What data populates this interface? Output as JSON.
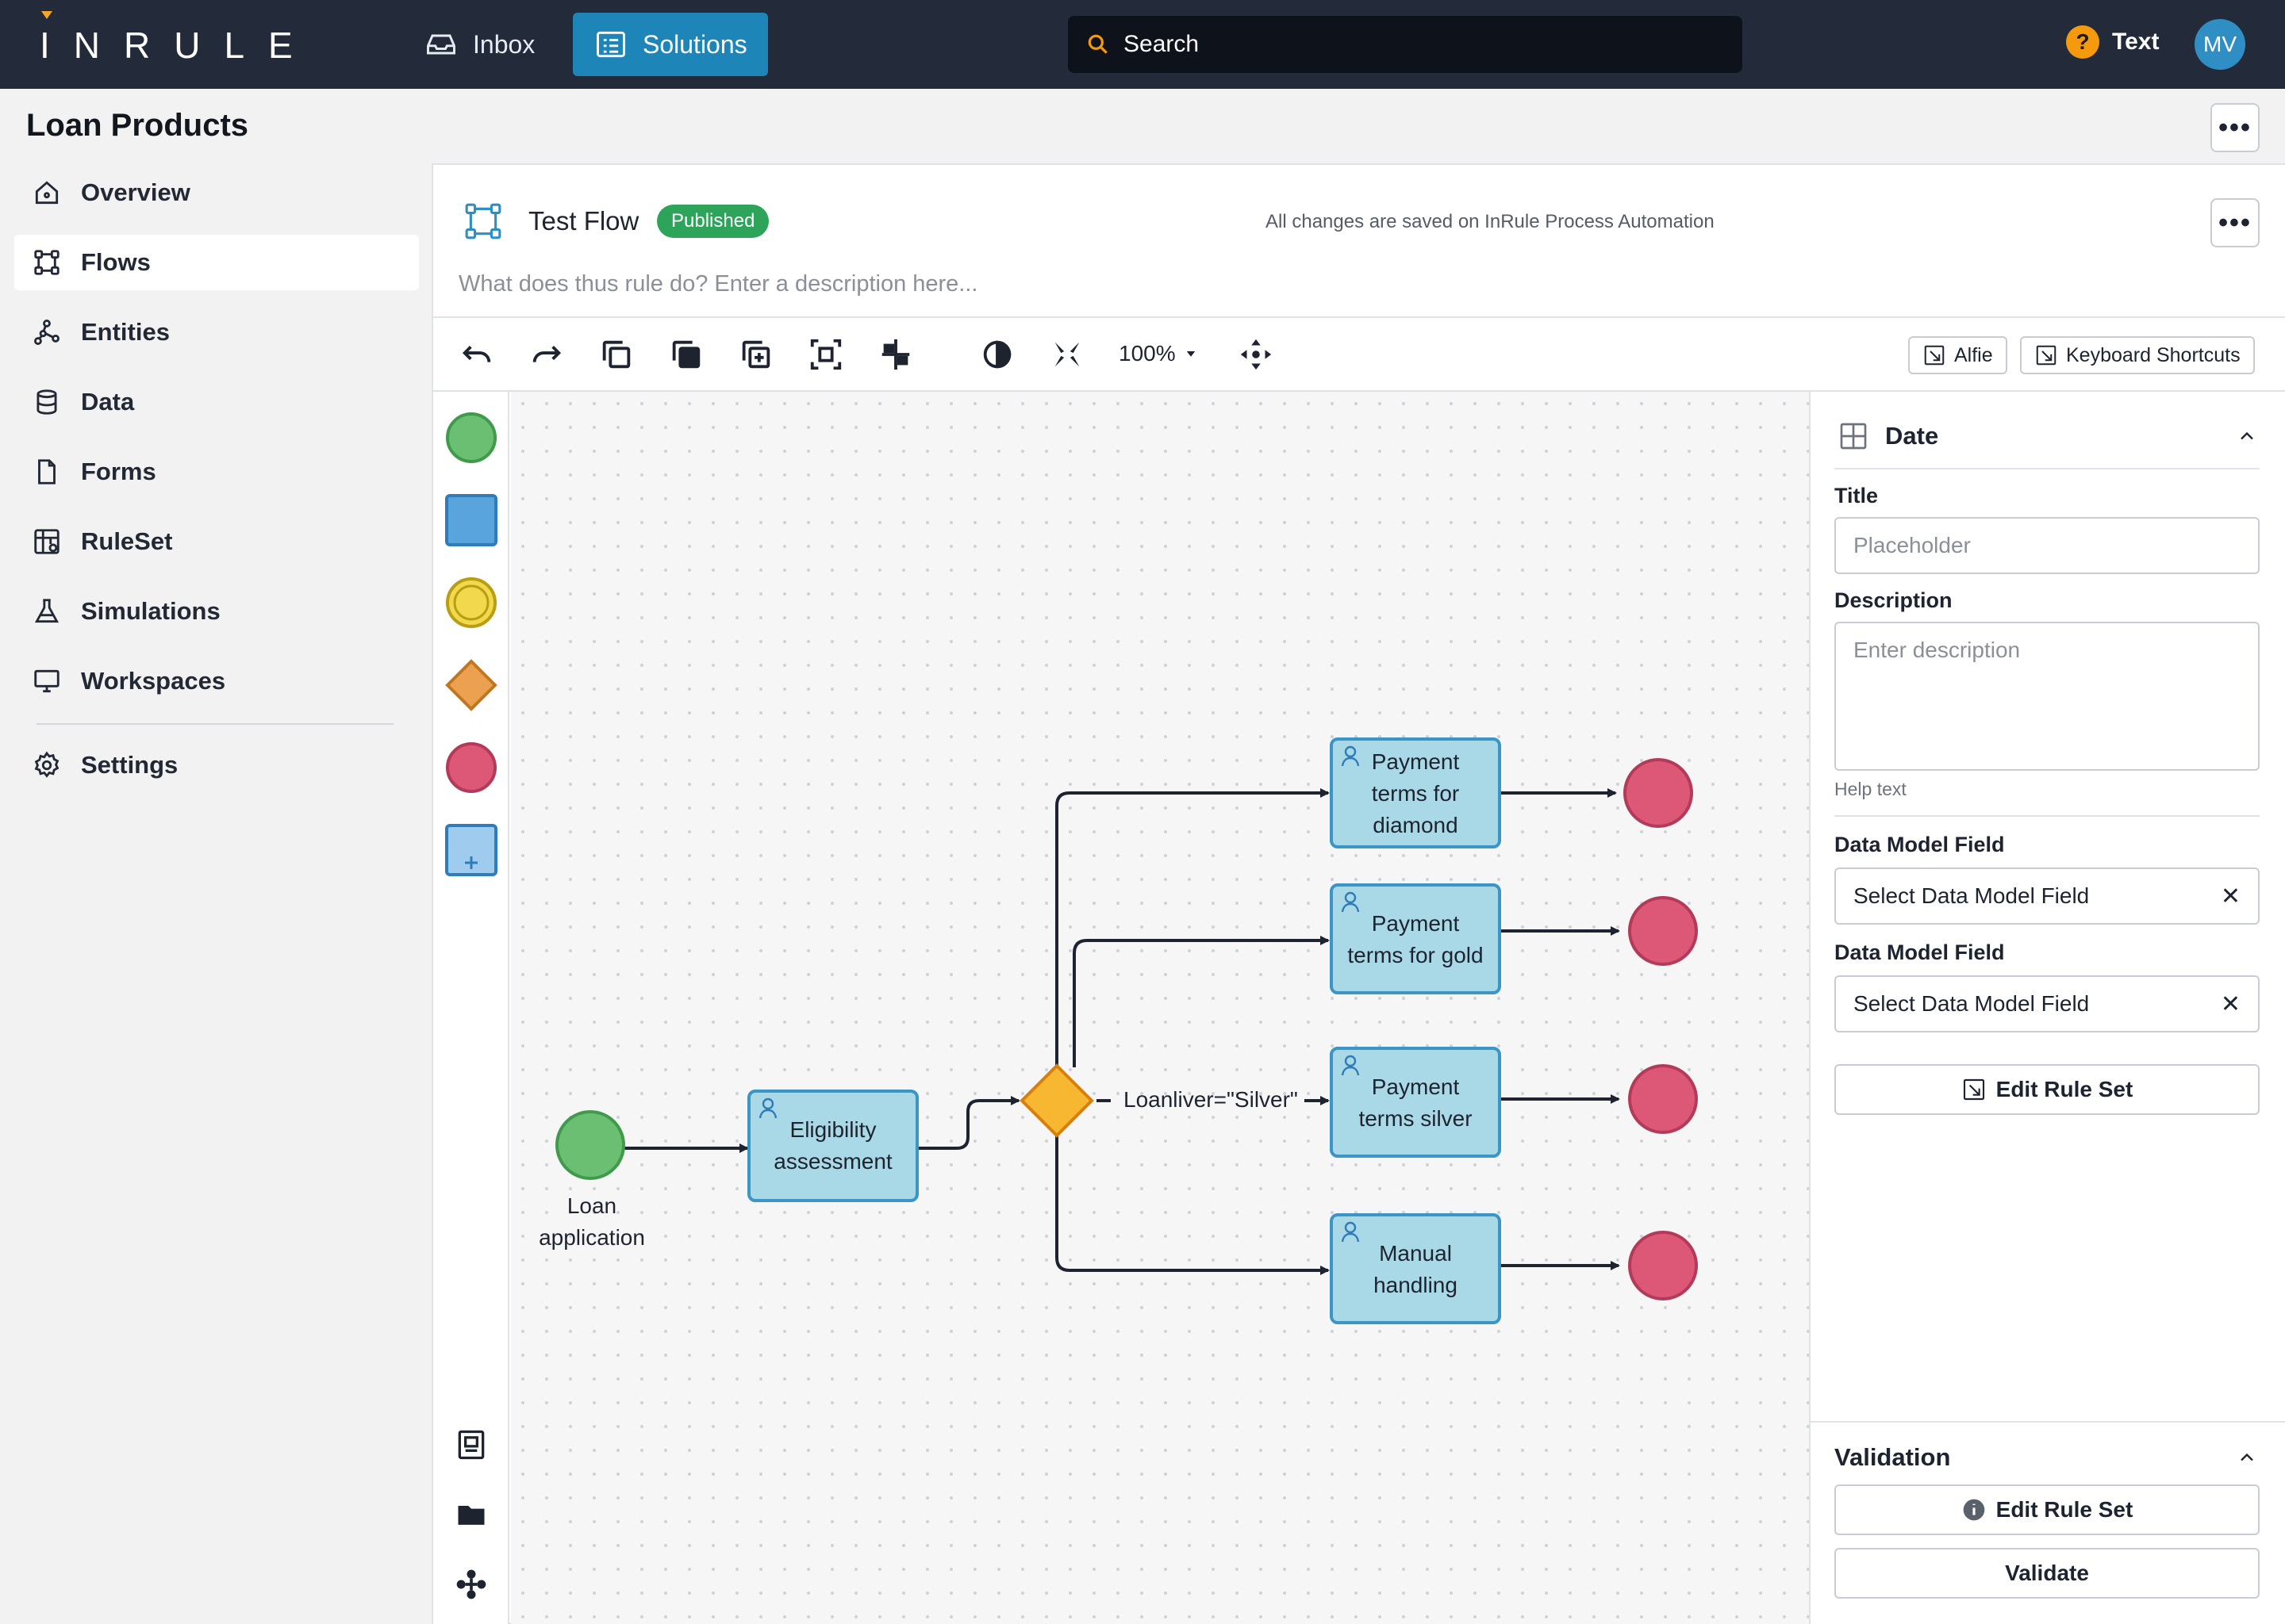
{
  "topbar": {
    "logo": "INRULE",
    "inbox": "Inbox",
    "solutions": "Solutions",
    "search_label": "Search",
    "help_label": "Text",
    "avatar_initials": "MV"
  },
  "sidebar": {
    "title": "Loan Products",
    "items": [
      {
        "label": "Overview",
        "icon": "home-icon"
      },
      {
        "label": "Flows",
        "icon": "flows-icon"
      },
      {
        "label": "Entities",
        "icon": "entities-icon"
      },
      {
        "label": "Data",
        "icon": "database-icon"
      },
      {
        "label": "Forms",
        "icon": "document-icon"
      },
      {
        "label": "RuleSet",
        "icon": "ruleset-icon"
      },
      {
        "label": "Simulations",
        "icon": "flask-icon"
      },
      {
        "label": "Workspaces",
        "icon": "monitor-icon"
      },
      {
        "label": "Settings",
        "icon": "gear-icon"
      }
    ]
  },
  "flow": {
    "title": "Test Flow",
    "status": "Published",
    "saved_text": "All changes are saved on InRule Process Automation",
    "description_placeholder": "What does thus rule do? Enter a description here..."
  },
  "toolbar": {
    "zoom": "100%",
    "alfie": "Alfie",
    "keyboard_shortcuts": "Keyboard Shortcuts"
  },
  "diagram": {
    "start_label_line1": "Loan",
    "start_label_line2": "application",
    "eligibility_line1": "Eligibility",
    "eligibility_line2": "assessment",
    "diamond_line1": "Payment",
    "diamond_line2": "terms for",
    "diamond_line3": "diamond",
    "gold_line1": "Payment",
    "gold_line2": "terms for gold",
    "silver_line1": "Payment",
    "silver_line2": "terms silver",
    "manual_line1": "Manual",
    "manual_line2": "handling",
    "condition": "Loanliver=\"Silver\""
  },
  "right_panel": {
    "section_title": "Date",
    "title_label": "Title",
    "title_placeholder": "Placeholder",
    "description_label": "Description",
    "description_placeholder": "Enter description",
    "help_text": "Help text",
    "data_model_label_1": "Data Model Field",
    "data_model_value_1": "Select Data Model Field",
    "data_model_label_2": "Data Model Field",
    "data_model_value_2": "Select Data Model Field",
    "edit_rule_set": "Edit Rule Set",
    "validation_title": "Validation",
    "validation_edit_rule_set": "Edit Rule Set",
    "validate": "Validate"
  },
  "colors": {
    "topbar": "#232b3a",
    "accent": "#1e85b8",
    "published": "#2ea35a",
    "start_event": "#6abf73",
    "end_event": "#dc5876",
    "task": "#a9d8e6",
    "gateway": "#f7b731"
  }
}
